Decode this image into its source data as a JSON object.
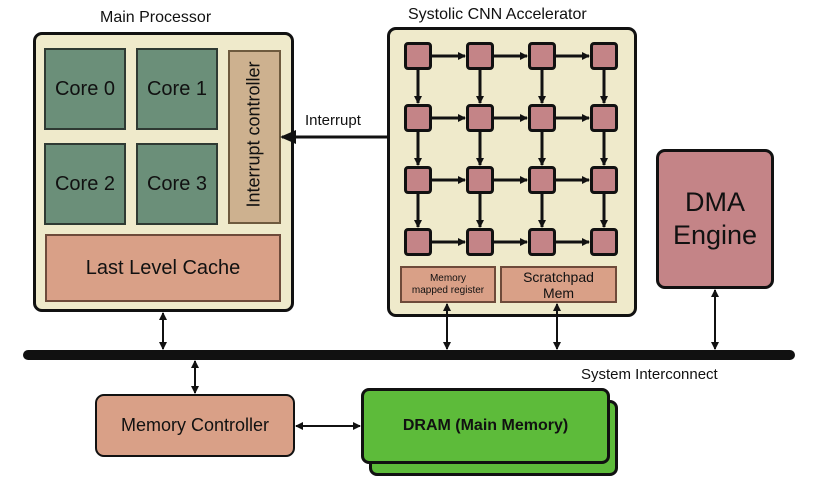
{
  "main_processor": {
    "title": "Main Processor",
    "cores": [
      "Core 0",
      "Core 1",
      "Core 2",
      "Core 3"
    ],
    "interrupt_controller": "Interrupt controller",
    "cache": "Last Level Cache"
  },
  "accelerator": {
    "title": "Systolic CNN Accelerator",
    "grid_rows": 4,
    "grid_cols": 4,
    "mmr_line1": "Memory",
    "mmr_line2": "mapped register",
    "scratchpad_line1": "Scratchpad",
    "scratchpad_line2": "Mem"
  },
  "interrupt_label": "Interrupt",
  "dma": {
    "line1": "DMA",
    "line2": "Engine"
  },
  "bus_label": "System Interconnect",
  "memory_controller": "Memory Controller",
  "dram": "DRAM (Main Memory)",
  "colors": {
    "panel": "#efeacb",
    "core": "#6b8f79",
    "cache": "#d9a087",
    "interrupt_ctrl": "#cdb18f",
    "pe": "#c48487",
    "dma": "#c48487",
    "dram": "#5dbb3a"
  }
}
